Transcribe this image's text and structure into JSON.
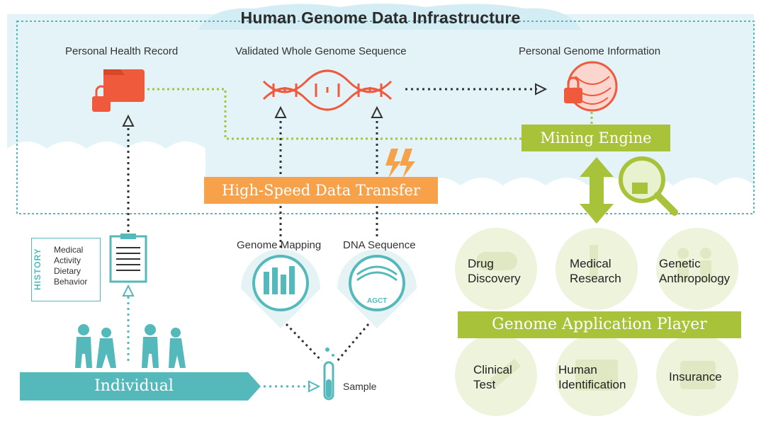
{
  "title": "Human Genome Data Infrastructure",
  "top_labels": {
    "phr": "Personal Health Record",
    "wgs": "Validated Whole Genome Sequence",
    "pgi": "Personal Genome Information"
  },
  "banners": {
    "mining": "Mining Engine",
    "transfer": "High-Speed Data Transfer",
    "player": "Genome Application Player",
    "individual": "Individual"
  },
  "mapping_labels": {
    "genome_mapping": "Genome Mapping",
    "dna_sequence": "DNA Sequence",
    "agct": "AGCT"
  },
  "history": {
    "heading": "HISTORY",
    "items": [
      "Medical",
      "Activity",
      "Dietary",
      "Behavior"
    ]
  },
  "sample": "Sample",
  "applications": {
    "drug": [
      "Drug",
      "Discovery"
    ],
    "medical": [
      "Medical",
      "Research"
    ],
    "genetic": [
      "Genetic",
      "Anthropology"
    ],
    "clinical": [
      "Clinical",
      "Test"
    ],
    "human": [
      "Human",
      "Identification"
    ],
    "insurance": [
      "Insurance"
    ]
  },
  "colors": {
    "teal": "#55b9bc",
    "green": "#a8c23a",
    "orange": "#f7a24a",
    "red": "#ef5a3c",
    "cloud": "#dff0f5"
  }
}
